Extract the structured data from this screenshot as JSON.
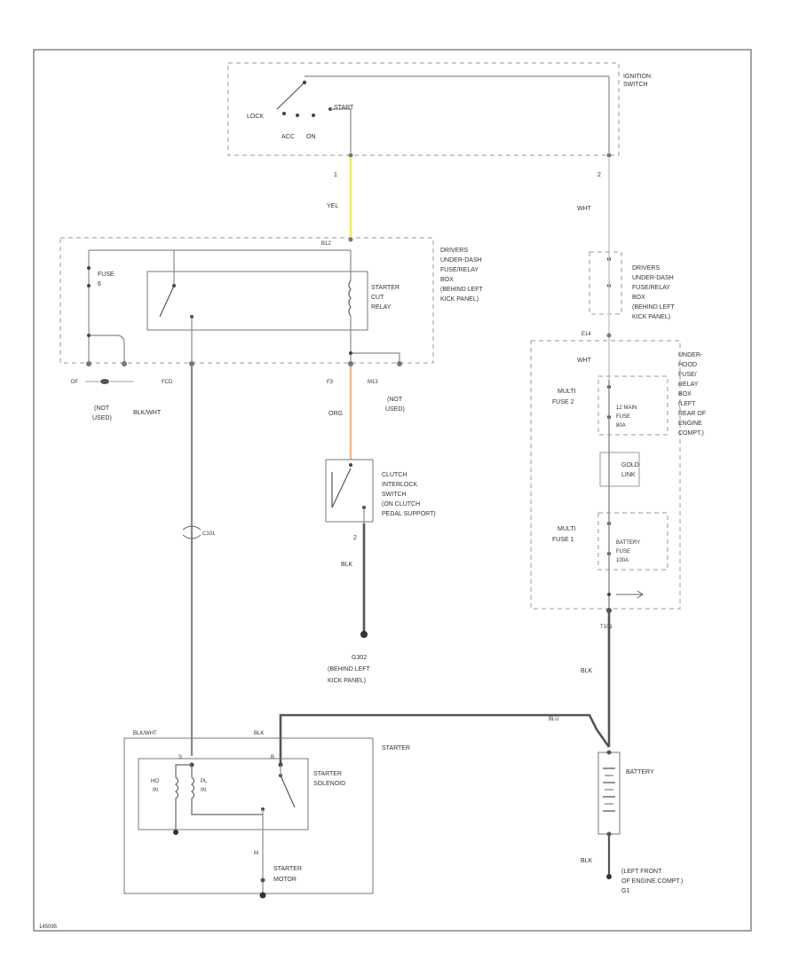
{
  "diagram": {
    "ignition_switch": {
      "name": "IGNITION SWITCH",
      "positions": {
        "lock": "LOCK",
        "acc": "ACC",
        "on": "ON",
        "start": "START"
      },
      "pins": {
        "p1": "1",
        "p2": "2"
      }
    },
    "wires": {
      "yel": "YEL",
      "wht_top": "WHT",
      "wht_mid": "WHT",
      "blkwht_left": "BLK/WHT",
      "org": "ORG",
      "blk_clutch": "BLK",
      "blk_right": "BLK",
      "blk_starter_top": "BLK",
      "blkwht_starter": "BLK/WHT",
      "blu_cable": "BLU",
      "blk_battery_bottom": "BLK"
    },
    "dash_box": {
      "name_lines": [
        "DRIVERS",
        "UNDER-DASH",
        "FUSE/RELAY",
        "BOX",
        "(BEHIND LEFT",
        "KICK PANEL)"
      ],
      "fuse": [
        "FUSE",
        "6"
      ],
      "relay": [
        "STARTER",
        "CUT",
        "RELAY"
      ],
      "connectors": {
        "top": "B12",
        "df": "DF",
        "fcd": "FCD",
        "f3": "F3",
        "m13": "M13"
      },
      "not_used_left": [
        "(NOT",
        "USED)"
      ],
      "not_used_right": [
        "(NOT",
        "USED)"
      ]
    },
    "right_dash_box": {
      "name_lines": [
        "DRIVERS",
        "UNDER-DASH",
        "FUSE/RELAY",
        "BOX",
        "(BEHIND LEFT",
        "KICK PANEL)"
      ],
      "connector": "E14"
    },
    "hood_box": {
      "name_lines": [
        "UNDER-",
        "HOOD",
        "FUSE/",
        "RELAY",
        "BOX",
        "(LEFT",
        "REAR OF",
        "ENGINE",
        "COMPT.)"
      ],
      "multi_fuse_2": [
        "MULTI",
        "FUSE 2"
      ],
      "main_fuse": [
        "12 MAIN",
        "FUSE",
        "80A"
      ],
      "gold_link": [
        "GOLD",
        "LINK"
      ],
      "multi_fuse_1": [
        "MULTI",
        "FUSE 1"
      ],
      "battery_fuse": [
        "BATTERY",
        "FUSE",
        "100A"
      ],
      "connector_bottom": "T101"
    },
    "clutch": {
      "name_lines": [
        "CLUTCH",
        "INTERLOCK",
        "SWITCH",
        "(ON CLUTCH",
        "PEDAL SUPPORT)"
      ],
      "pin": "2"
    },
    "connector_c101": "C101",
    "ground_g302": [
      "G302",
      "(BEHIND LEFT",
      "KICK PANEL)"
    ],
    "starter": {
      "name": "STARTER",
      "solenoid_lines": [
        "STARTER",
        "SOLENOID"
      ],
      "hold_in": [
        "HO",
        "IN"
      ],
      "pull_in": [
        "PL",
        "IN"
      ],
      "motor_lines": [
        "STARTER",
        "MOTOR"
      ],
      "terminals": {
        "s": "S",
        "b": "B",
        "m": "M"
      }
    },
    "battery": {
      "name": "BATTERY",
      "ground_lines": [
        "(LEFT FRONT",
        "OF ENGINE COMPT.)",
        "G1"
      ]
    },
    "diagram_id": "145095"
  },
  "colors": {
    "wire": "#8a8a8a",
    "wire_dark": "#555555",
    "yellow_wire": "#f2ee55",
    "orange_wire": "#f3b27f",
    "dashed_box": "#9a9a9a",
    "frame": "#666666"
  }
}
